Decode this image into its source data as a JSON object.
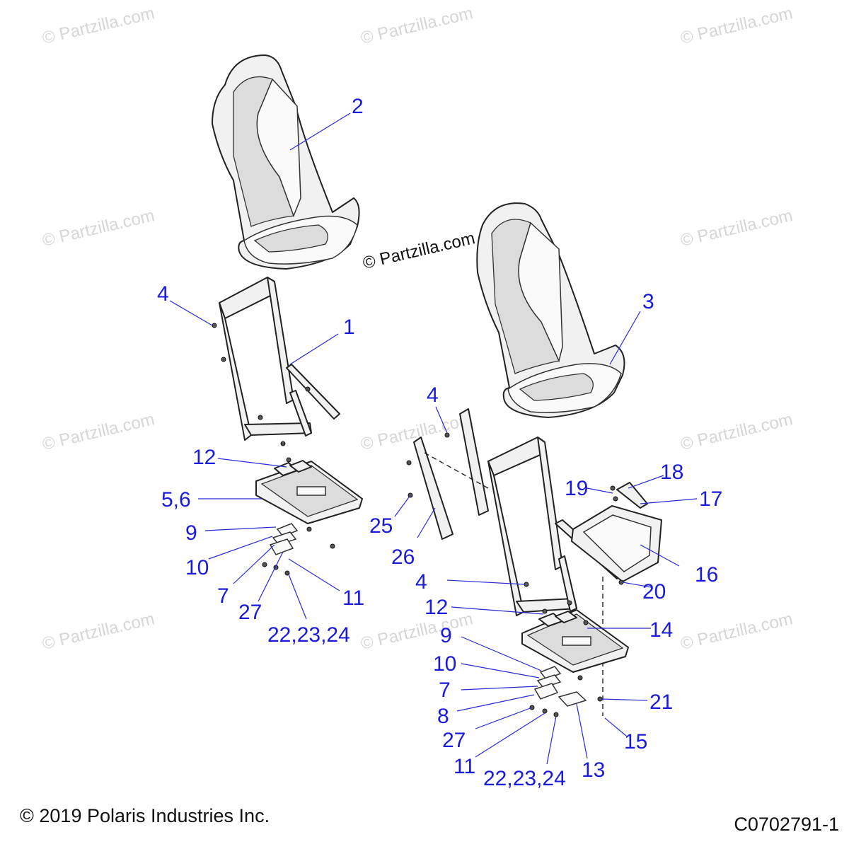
{
  "watermark": "© Partzilla.com",
  "center_watermark": "© Partzilla.com",
  "callouts": {
    "c1": "1",
    "c2": "2",
    "c3": "3",
    "c4a": "4",
    "c4b": "4",
    "c4c": "4",
    "c56": "5,6",
    "c7a": "7",
    "c7b": "7",
    "c8": "8",
    "c9a": "9",
    "c9b": "9",
    "c10a": "10",
    "c10b": "10",
    "c11a": "11",
    "c11b": "11",
    "c12a": "12",
    "c12b": "12",
    "c13": "13",
    "c14": "14",
    "c15": "15",
    "c16": "16",
    "c17": "17",
    "c18": "18",
    "c19": "19",
    "c20": "20",
    "c21": "21",
    "c222324a": "22,23,24",
    "c222324b": "22,23,24",
    "c25": "25",
    "c26": "26",
    "c27a": "27",
    "c27b": "27"
  },
  "footer": {
    "copyright": "© 2019 Polaris Industries Inc.",
    "figure_id": "C0702791-1"
  }
}
